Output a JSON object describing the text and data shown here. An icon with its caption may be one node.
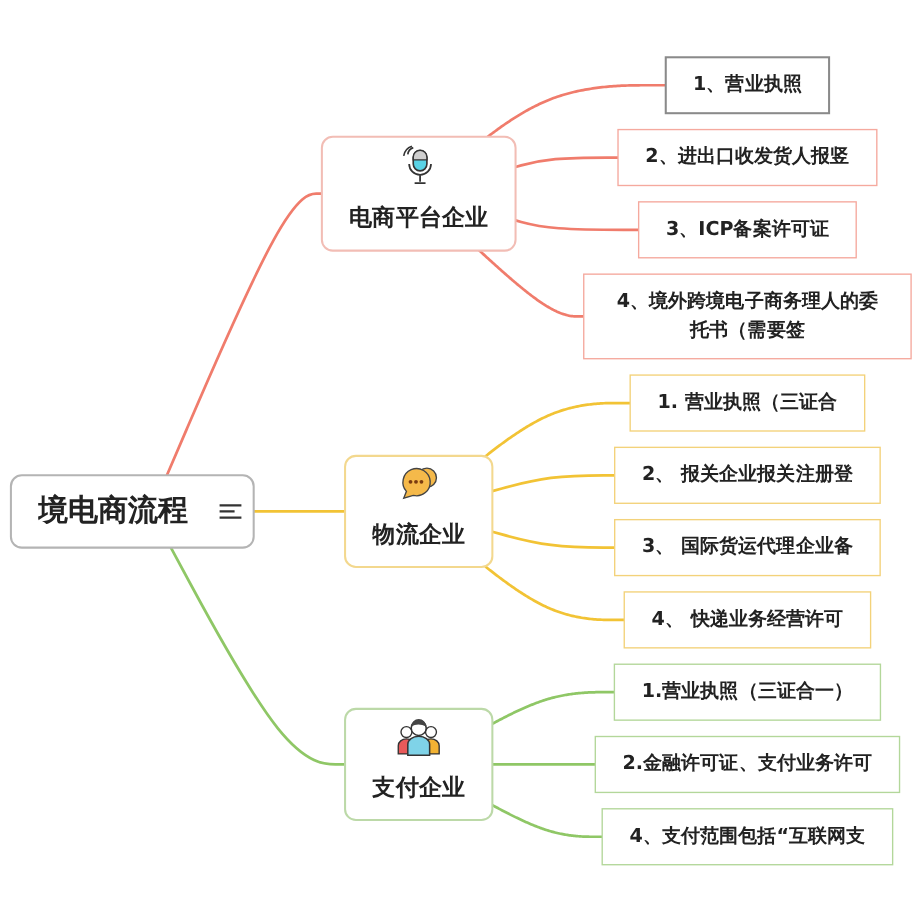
{
  "diagram": {
    "nodes": [
      {
        "text": [
          "境电商流程"
        ]
      },
      {
        "text": [
          "电商平台企业"
        ]
      },
      {
        "text": [
          "1、营业执照"
        ]
      },
      {
        "text": [
          "2、进出口收发货人报竖"
        ]
      },
      {
        "text": [
          "3、ICP备案许可证"
        ]
      },
      {
        "text": [
          "4、境外跨境电子商务理人的委托书（需要签"
        ]
      },
      {
        "text": [
          "物流企业"
        ]
      },
      {
        "text": [
          "1. 营业执照（三证合"
        ]
      },
      {
        "text": [
          "2、 报关企业报关注册登"
        ]
      },
      {
        "text": [
          "3、 国际货运代理企业备"
        ]
      },
      {
        "text": [
          "4、 快递业务经营许可"
        ]
      },
      {
        "text": [
          "支付企业"
        ]
      },
      {
        "text": [
          "1.营业执照（三证合一）"
        ]
      },
      {
        "text": [
          "2.金融许可证、支付业务许可"
        ]
      },
      {
        "text": [
          "4、支付范围包括“互联网支"
        ]
      }
    ],
    "edges": [
      {
        "from": 0,
        "to": 1,
        "arrow": "none",
        "color": "#f07c6c"
      },
      {
        "from": 1,
        "to": 2,
        "arrow": "none",
        "color": "#f07c6c"
      },
      {
        "from": 1,
        "to": 3,
        "arrow": "none",
        "color": "#f07c6c"
      },
      {
        "from": 1,
        "to": 4,
        "arrow": "none",
        "color": "#f07c6c"
      },
      {
        "from": 1,
        "to": 5,
        "arrow": "none",
        "color": "#f07c6c"
      },
      {
        "from": 0,
        "to": 6,
        "arrow": "none",
        "color": "#f2c335"
      },
      {
        "from": 6,
        "to": 7,
        "arrow": "none",
        "color": "#f2c335"
      },
      {
        "from": 6,
        "to": 8,
        "arrow": "none",
        "color": "#f2c335"
      },
      {
        "from": 6,
        "to": 9,
        "arrow": "none",
        "color": "#f2c335"
      },
      {
        "from": 6,
        "to": 10,
        "arrow": "none",
        "color": "#f2c335"
      },
      {
        "from": 0,
        "to": 11,
        "arrow": "none",
        "color": "#8fc766"
      },
      {
        "from": 11,
        "to": 12,
        "arrow": "none",
        "color": "#8fc766"
      },
      {
        "from": 11,
        "to": 13,
        "arrow": "none",
        "color": "#8fc766"
      },
      {
        "from": 11,
        "to": 14,
        "arrow": "none",
        "color": "#8fc766"
      }
    ]
  }
}
